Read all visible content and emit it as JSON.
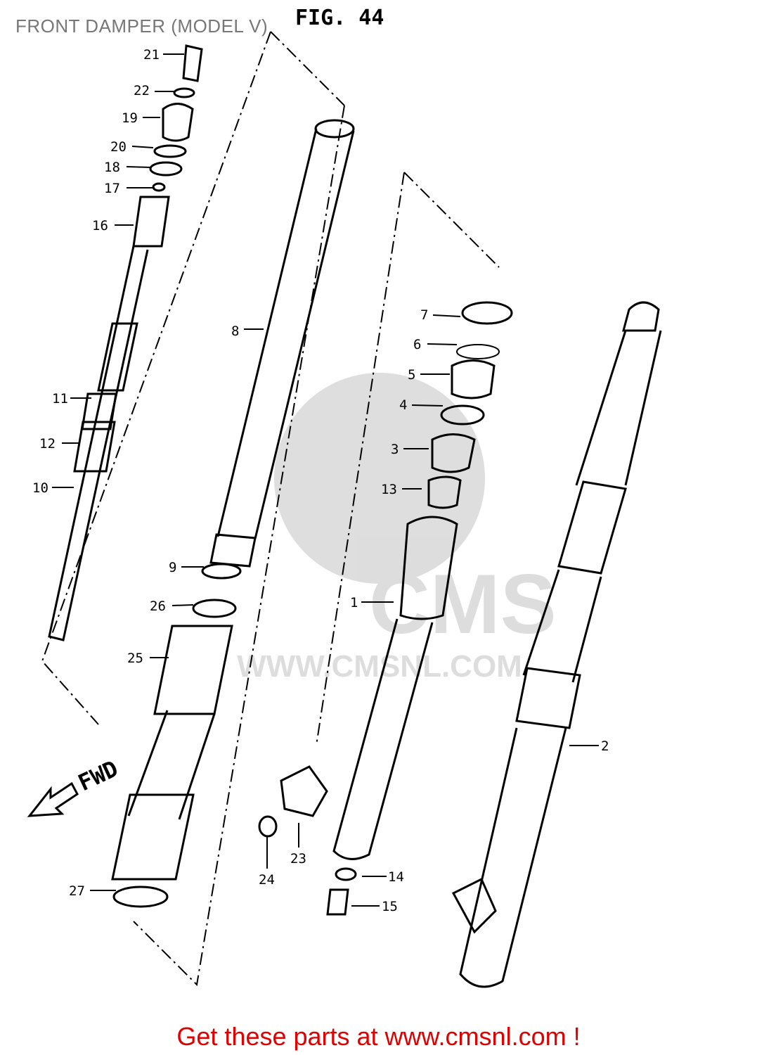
{
  "title": "FRONT DAMPER (MODEL V)",
  "figure_label": "FIG. 44",
  "direction_label": "FWD",
  "watermark": {
    "logo_text": "CMS",
    "url_text": "WWW.CMSNL.COM"
  },
  "footer": "Get these parts at www.cmsnl.com !",
  "colors": {
    "footer": "#e00000",
    "title": "#777777"
  },
  "part_numbers": [
    "21",
    "22",
    "19",
    "20",
    "18",
    "17",
    "16",
    "8",
    "11",
    "12",
    "10",
    "9",
    "26",
    "25",
    "27",
    "7",
    "6",
    "5",
    "4",
    "3",
    "13",
    "1",
    "2",
    "24",
    "23",
    "14",
    "15"
  ]
}
